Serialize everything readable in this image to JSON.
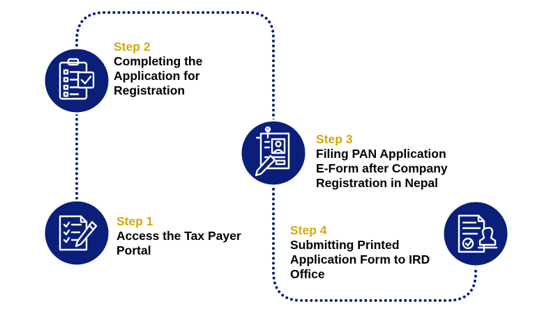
{
  "colors": {
    "navy": "#0a1f7a",
    "gold": "#d4a90a",
    "text": "#000000",
    "line": "#0a1f7a"
  },
  "steps": [
    {
      "label": "Step 1",
      "text": "Access the Tax Payer\nPortal",
      "icon": "clipboard-pen-icon"
    },
    {
      "label": "Step 2",
      "text": " Completing the\nApplication for\nRegistration",
      "icon": "checklist-clipboard-icon"
    },
    {
      "label": "Step 3",
      "text": "Filing PAN Application\nE-Form after Company\nRegistration in Nepal",
      "icon": "id-form-pencil-icon"
    },
    {
      "label": "Step 4",
      "text": "Submitting Printed\nApplication Form to IRD\nOffice",
      "icon": "document-stamp-icon"
    }
  ]
}
